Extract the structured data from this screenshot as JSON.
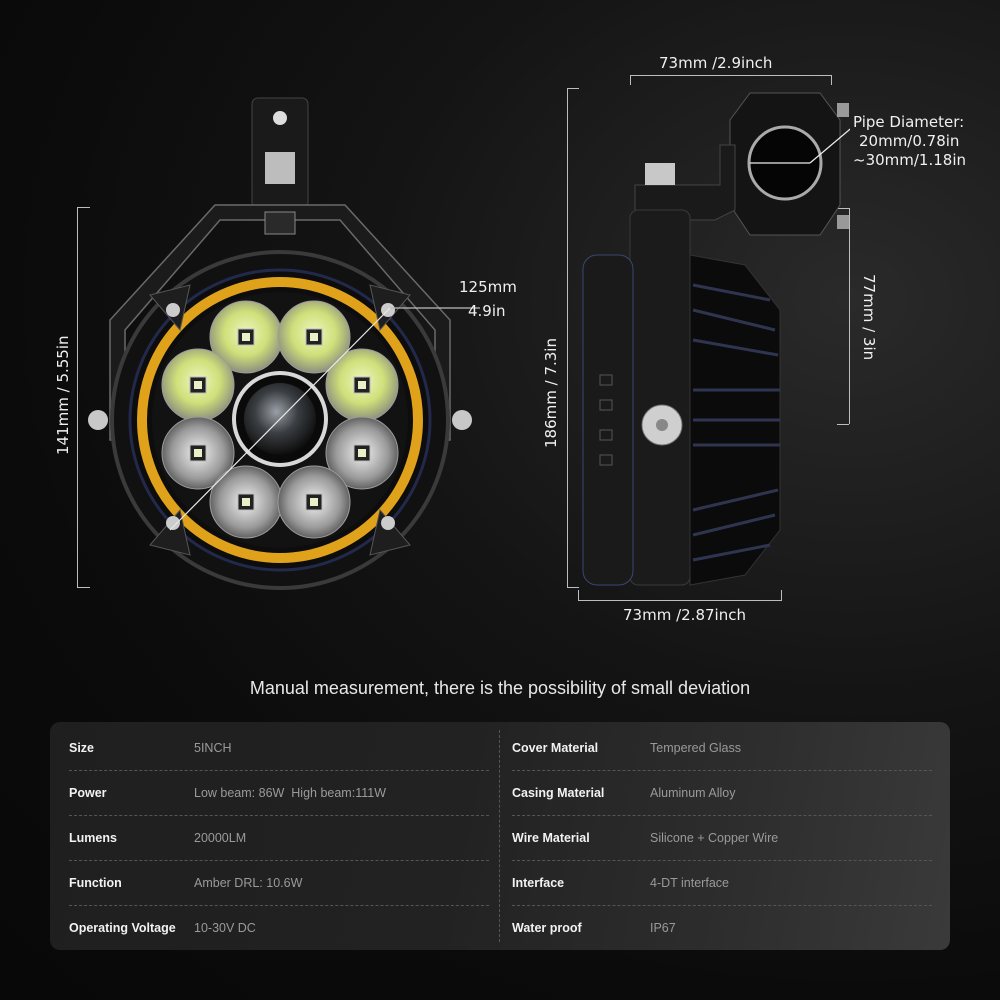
{
  "front_view": {
    "height_label": "141mm / 5.55in",
    "diameter_label_mm": "125mm",
    "diameter_label_in": "4.9in"
  },
  "side_view": {
    "bracket_width_label": "73mm /2.9inch",
    "pipe_diameter": {
      "title": "Pipe Diameter:",
      "min": "20mm/0.78in",
      "max": "~30mm/1.18in"
    },
    "total_height_label": "186mm / 7.3in",
    "body_height_label": "77mm / 3in",
    "depth_label": "73mm /2.87inch"
  },
  "caption": "Manual measurement, there is the possibility of small deviation",
  "specs": {
    "left": [
      {
        "label": "Size",
        "value": "5INCH"
      },
      {
        "label": "Power",
        "value": "Low beam: 86W  High beam:111W"
      },
      {
        "label": "Lumens",
        "value": "20000LM"
      },
      {
        "label": "Function",
        "value": "Amber DRL: 10.6W"
      },
      {
        "label": "Operating Voltage",
        "value": "10-30V DC"
      }
    ],
    "right": [
      {
        "label": "Cover Material",
        "value": "Tempered Glass"
      },
      {
        "label": "Casing Material",
        "value": "Aluminum Alloy"
      },
      {
        "label": "Wire Material",
        "value": "Silicone + Copper Wire"
      },
      {
        "label": "Interface",
        "value": "4-DT interface"
      },
      {
        "label": "Water proof",
        "value": "IP67"
      }
    ]
  },
  "colors": {
    "amber_ring": "#e0a21a",
    "led_glow": "#d8e89a",
    "housing": "#151515"
  }
}
